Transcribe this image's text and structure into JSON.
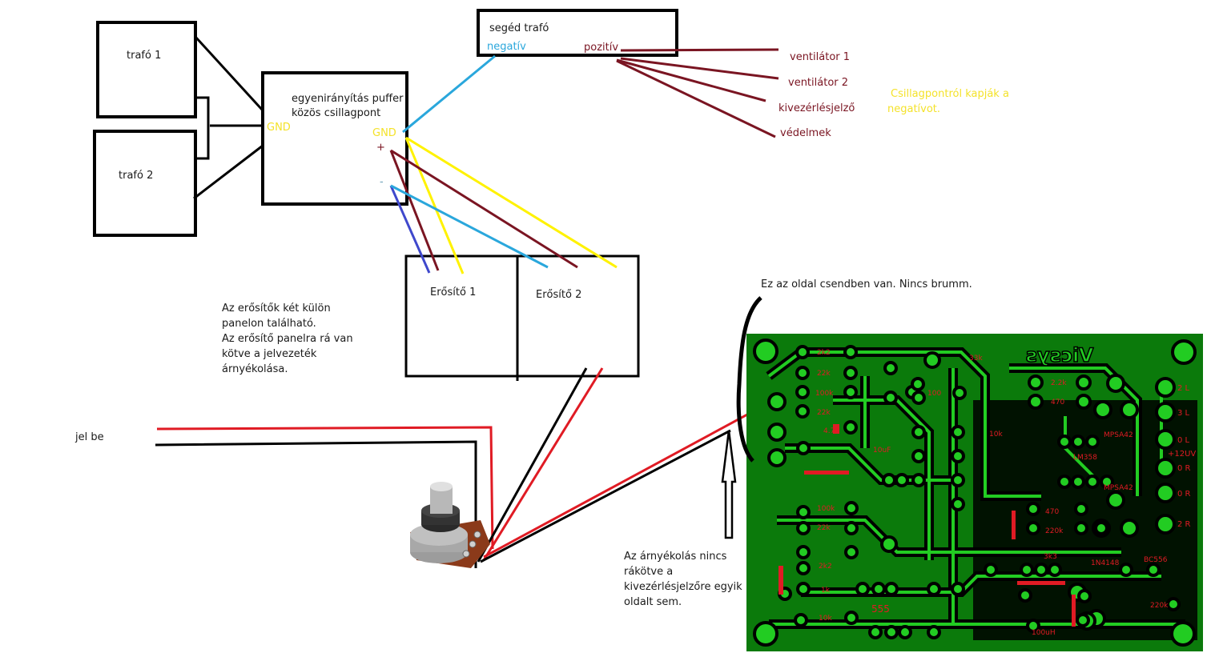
{
  "diagram": {
    "colors": {
      "wire_black": "#000000",
      "wire_blue": "#2aa7dc",
      "wire_darkblue": "#3f48cc",
      "wire_maroon": "#7a1522",
      "wire_yellow": "#fff200",
      "wire_red": "#e01b24",
      "label_yellow": "#f4e22a",
      "pcb_green": "#0b7a0b",
      "pcb_trace": "#22cc22",
      "pcb_silk": "#e01b24"
    },
    "transformers": {
      "trafo1": "trafó 1",
      "trafo2": "trafó 2"
    },
    "rectifier": {
      "title_line1": "egyenirányítás puffer",
      "title_line2": "közös csillagpont",
      "gnd_in": "GND",
      "gnd_out": "GND",
      "plus": "+",
      "minus": "-"
    },
    "aux_transformer": {
      "title": "segéd trafó",
      "negative": "negatív",
      "positive": "pozitív"
    },
    "consumers": [
      "ventilátor 1",
      "ventilátor 2",
      "kivezérlésjelző",
      "védelmek"
    ],
    "consumer_note_line1": "Csillagpontról kapják a",
    "consumer_note_line2": "negatívot.",
    "amplifiers": {
      "amp1": "Erősítő 1",
      "amp2": "Erősítő 2"
    },
    "amp_note": [
      "Az erősítők két külön",
      "panelon található.",
      "Az erősítő panelra rá van",
      "kötve a jelvezeték",
      "árnyékolása."
    ],
    "signal_in": "jel be",
    "quiet_side_note": "Ez az oldal csendben van. Nincs brumm.",
    "shield_note": [
      "Az árnyékolás nincs",
      "rákötve a",
      "kivezérlésjelzőre egyik",
      "oldalt sem."
    ],
    "pcb": {
      "logo": "Vicsys",
      "component_labels": [
        "2k2",
        "22k",
        "100k",
        "22k",
        "4.7k",
        "10uF",
        "100",
        "BC546",
        "33k",
        "22k",
        "100k",
        "22k",
        "2k2",
        "1k",
        "10k",
        "555",
        "2.2k",
        "470",
        "1k2",
        "10uF",
        "10k",
        "LM358",
        "MPSA42",
        "MPSA42",
        "470",
        "220k",
        "3k3",
        "1N4148",
        "100uH",
        "1k",
        "220k",
        "BC556",
        "10uF"
      ],
      "connector_labels": [
        "2 L",
        "3 L",
        "0 L",
        "+12UV",
        "0 R",
        "0 R",
        "2 R"
      ]
    }
  }
}
